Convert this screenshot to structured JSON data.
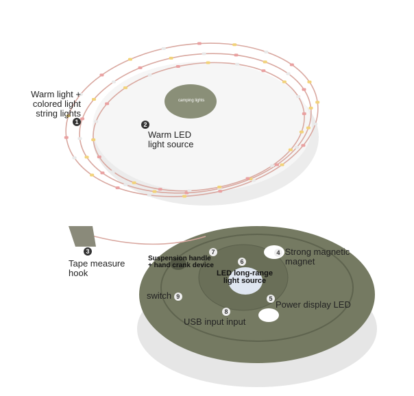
{
  "logo_text": "camping lights",
  "labels": [
    {
      "num": "1",
      "text_lines": [
        "Warm light +",
        "colored light",
        "string lights"
      ]
    },
    {
      "num": "2",
      "text_lines": [
        "Warm LED",
        "light source"
      ]
    },
    {
      "num": "3",
      "text_lines": [
        "Tape measure",
        "hook"
      ]
    },
    {
      "num": "4",
      "text_lines": [
        "Strong magnetic",
        "magnet"
      ]
    },
    {
      "num": "5",
      "text_lines": [
        "Power display LED"
      ]
    },
    {
      "num": "6",
      "text_lines": [
        "LED long-range",
        "light source"
      ]
    },
    {
      "num": "7",
      "text_lines": [
        "Suspension handle",
        "+ hand crank device"
      ]
    },
    {
      "num": "8",
      "text_lines": [
        "USB input input"
      ]
    },
    {
      "num": "9",
      "text_lines": [
        "switch"
      ]
    }
  ],
  "colors": {
    "body": "#7a7f66",
    "lamp": "#f2f2f2",
    "wire": "#d9a8a0"
  }
}
